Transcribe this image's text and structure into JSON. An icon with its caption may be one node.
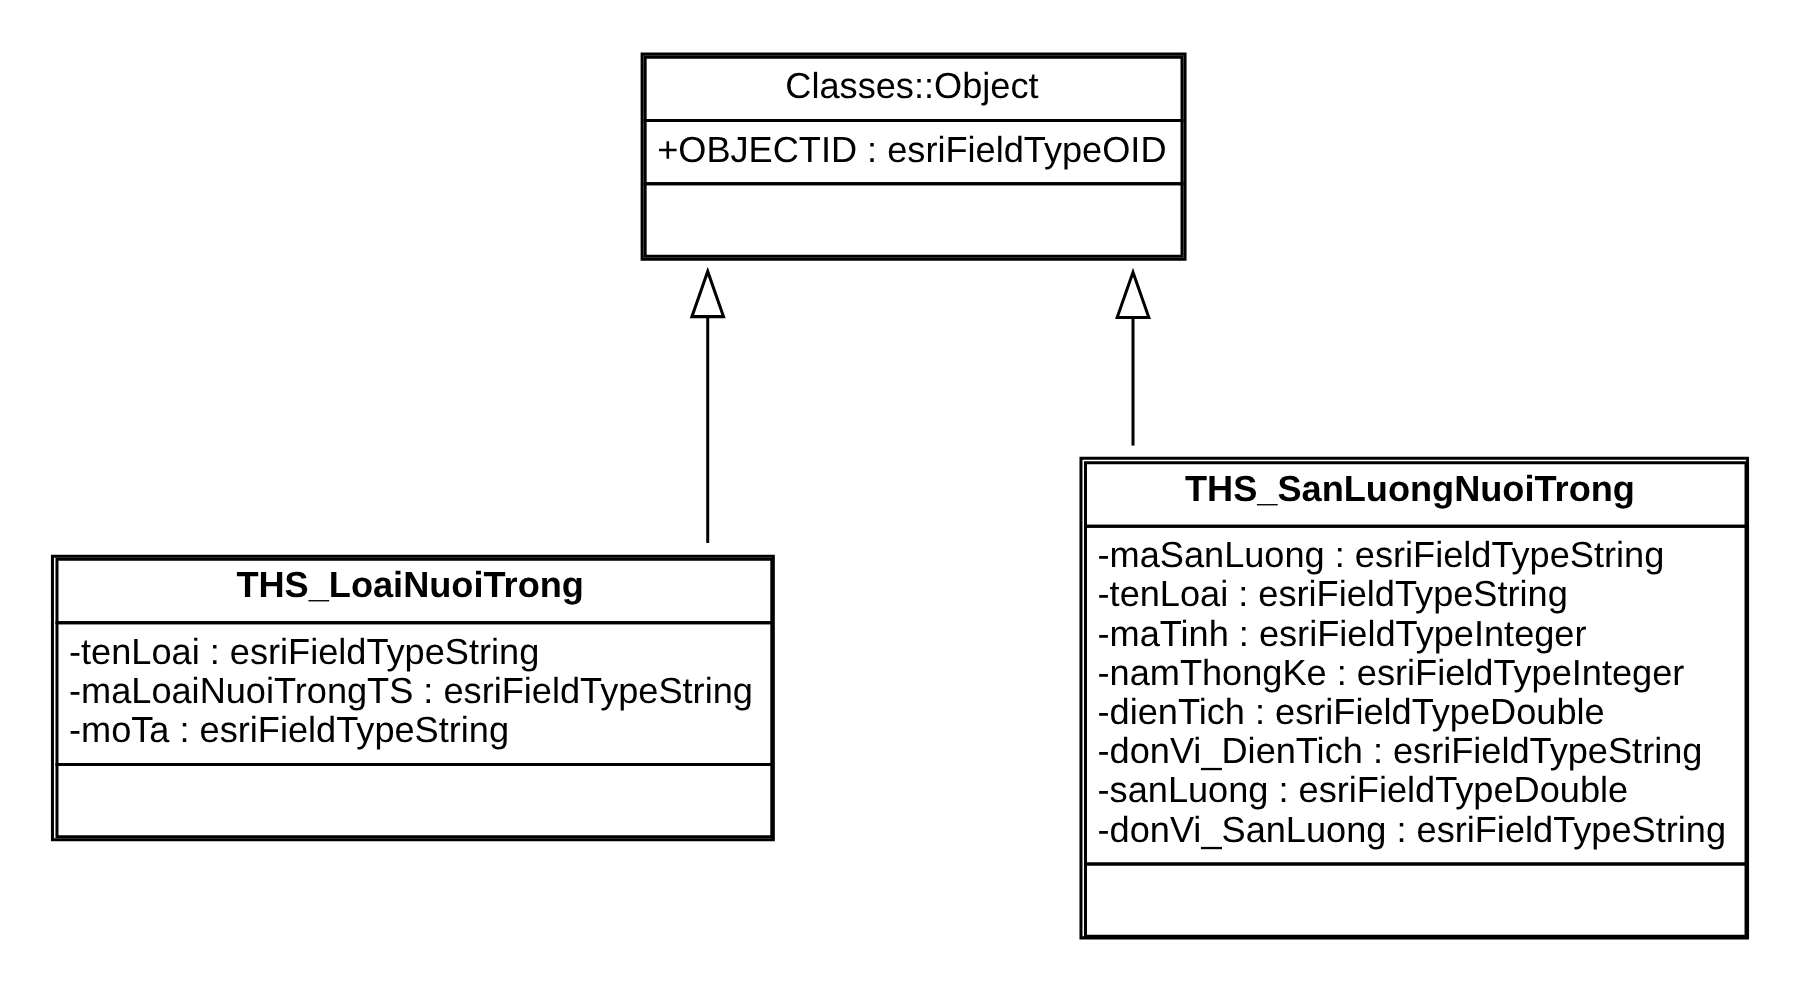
{
  "diagram": {
    "nodes": [
      {
        "text": [
          "Classes::Object",
          "+OBJECTID : esriFieldTypeOID"
        ]
      },
      {
        "text": [
          "THS_LoaiNuoiTrong",
          "-tenLoai : esriFieldTypeString",
          "-maLoaiNuoiTrongTS : esriFieldTypeString",
          "-moTa : esriFieldTypeString"
        ]
      },
      {
        "text": [
          "THS_SanLuongNuoiTrong",
          "-maSanLuong : esriFieldTypeString",
          "-tenLoai : esriFieldTypeString",
          "-maTinh : esriFieldTypeInteger",
          "-namThongKe : esriFieldTypeInteger",
          "-dienTich : esriFieldTypeDouble",
          "-donVi_DienTich : esriFieldTypeString",
          "-sanLuong : esriFieldTypeDouble",
          "-donVi_SanLuong : esriFieldTypeString"
        ]
      }
    ],
    "edges": [
      {
        "from": 1,
        "to": 0,
        "arrow": "to"
      },
      {
        "from": 2,
        "to": 0,
        "arrow": "to"
      }
    ]
  }
}
